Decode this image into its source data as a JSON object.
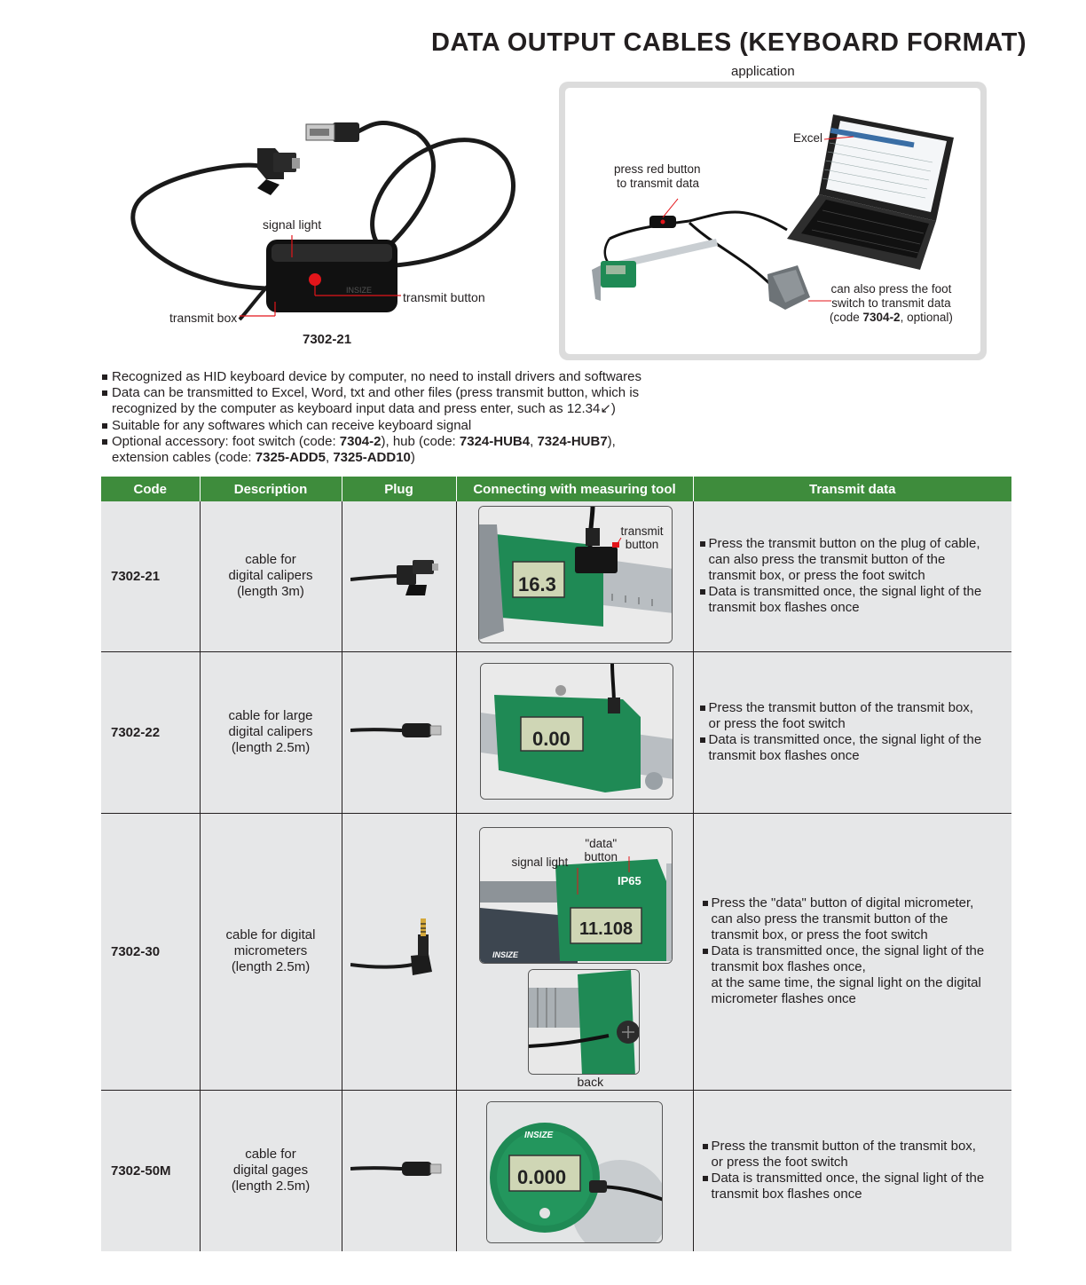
{
  "title": "DATA OUTPUT CABLES (KEYBOARD FORMAT)",
  "application_label": "application",
  "hero": {
    "signal_light": "signal light",
    "transmit_button": "transmit button",
    "transmit_box": "transmit box",
    "code": "7302-21",
    "brand_mark": "INSIZE"
  },
  "application_diagram": {
    "excel": "Excel",
    "press_red_1": "press red button",
    "press_red_2": "to transmit data",
    "foot_1": "can also press the foot",
    "foot_2": "switch to transmit data",
    "foot_3_pre": "(code ",
    "foot_3_code": "7304-2",
    "foot_3_post": ", optional)"
  },
  "bullets": {
    "b1": "Recognized as HID keyboard device by computer, no need to install drivers and softwares",
    "b2_l1": "Data can be transmitted to Excel, Word, txt and other files (press transmit button, which is",
    "b2_l2": "recognized by the computer as keyboard input data and press enter, such as 12.34↙)",
    "b3": "Suitable for any softwares which can receive keyboard signal",
    "b4_pre": "Optional accessory: foot switch (code: ",
    "b4_c1": "7304-2",
    "b4_mid1": "), hub (code: ",
    "b4_c2": "7324-HUB4",
    "b4_sep": ", ",
    "b4_c3": "7324-HUB7",
    "b4_end1": "),",
    "b4_l2_pre": "extension cables (code: ",
    "b4_c4": "7325-ADD5",
    "b4_c5": "7325-ADD10",
    "b4_end2": ")"
  },
  "table": {
    "headers": [
      "Code",
      "Description",
      "Plug",
      "Connecting with measuring tool",
      "Transmit data"
    ],
    "rows": [
      {
        "code": "7302-21",
        "desc": [
          "cable for",
          "digital calipers",
          "(length 3m)"
        ],
        "photo_labels": [
          "transmit",
          "button"
        ],
        "display": "16.3",
        "tx": [
          [
            "Press the transmit button on the plug of cable,",
            "can also press the transmit button of the",
            "transmit box, or press the foot switch"
          ],
          [
            "Data is transmitted once, the signal light of the",
            "transmit box flashes once"
          ]
        ]
      },
      {
        "code": "7302-22",
        "desc": [
          "cable for large",
          "digital calipers",
          "(length 2.5m)"
        ],
        "display": "0.00",
        "tx": [
          [
            "Press the transmit button of the transmit box,",
            "or press the foot switch"
          ],
          [
            "Data is transmitted once, the signal light of the",
            "transmit box flashes once"
          ]
        ]
      },
      {
        "code": "7302-30",
        "desc": [
          "cable for digital",
          "micrometers",
          "(length 2.5m)"
        ],
        "photo_labels": [
          "\"data\"",
          "button",
          "signal light",
          "IP65"
        ],
        "display": "11.108",
        "back": "back",
        "tx": [
          [
            "Press the \"data\" button of digital micrometer,",
            "can also press the transmit button of the",
            "transmit box, or press the foot switch"
          ],
          [
            "Data is transmitted once, the signal light of the",
            "transmit box flashes once,",
            "at the same time, the signal light on the digital",
            "micrometer flashes once"
          ]
        ]
      },
      {
        "code": "7302-50M",
        "desc": [
          "cable for",
          "digital gages",
          "(length 2.5m)"
        ],
        "display": "0.000",
        "tx": [
          [
            "Press the transmit button of the transmit box,",
            "or press the foot switch"
          ],
          [
            "Data is transmitted once, the signal light of the",
            "transmit box flashes once"
          ]
        ]
      }
    ]
  },
  "colors": {
    "header_green": "#3e8c3c",
    "cell_gray": "#e6e7e8",
    "tool_green": "#1f8a55",
    "signal_red": "#e3151a"
  }
}
